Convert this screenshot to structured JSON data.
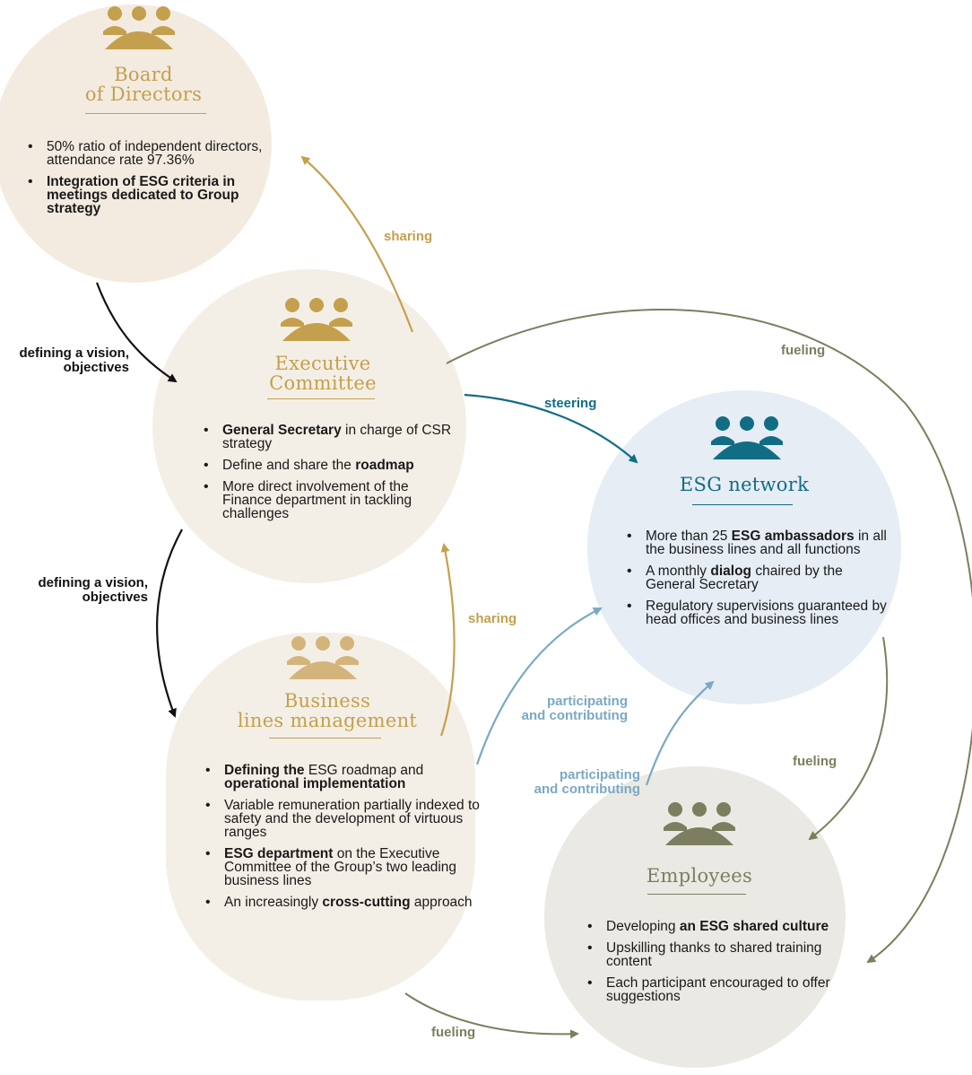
{
  "colors": {
    "gold": "#c4a04e",
    "teal": "#116d84",
    "olive": "#7c7e5f",
    "light_blue": "#7aa9c3",
    "black": "#111111",
    "beige_circle": "#f3ebe0",
    "blue_circle": "#e6edf5",
    "grey_circle": "#ebe9e3"
  },
  "nodes": {
    "board": {
      "icon": "people-group-icon",
      "title_line1": "Board",
      "title_line2": "of Directors",
      "items": [
        {
          "parts": [
            {
              "t": "50% ratio of independent directors, attendance rate 97.36%",
              "b": false
            }
          ]
        },
        {
          "parts": [
            {
              "t": "Integration of ESG criteria in meetings dedicated to Group strategy",
              "b": true
            }
          ]
        }
      ]
    },
    "exec": {
      "icon": "people-group-icon",
      "title_line1": "Executive",
      "title_line2": "Committee",
      "items": [
        {
          "parts": [
            {
              "t": "General Secretary",
              "b": true
            },
            {
              "t": " in charge of CSR strategy",
              "b": false
            }
          ]
        },
        {
          "parts": [
            {
              "t": "Define and share the ",
              "b": false
            },
            {
              "t": "roadmap",
              "b": true
            }
          ]
        },
        {
          "parts": [
            {
              "t": "More direct involvement of the Finance department in tackling challenges",
              "b": false
            }
          ]
        }
      ]
    },
    "business": {
      "icon": "people-group-icon",
      "title_line1": "Business",
      "title_line2": "lines management",
      "items": [
        {
          "parts": [
            {
              "t": "Defining the",
              "b": true
            },
            {
              "t": " ESG roadmap and ",
              "b": false
            },
            {
              "t": "operational implementation",
              "b": true
            }
          ]
        },
        {
          "parts": [
            {
              "t": "Variable remuneration partially indexed to safety and the development of virtuous ranges",
              "b": false
            }
          ]
        },
        {
          "parts": [
            {
              "t": "ESG department",
              "b": true
            },
            {
              "t": " on the Executive Committee of the Group’s two leading business lines",
              "b": false
            }
          ]
        },
        {
          "parts": [
            {
              "t": "An increasingly ",
              "b": false
            },
            {
              "t": "cross-cutting",
              "b": true
            },
            {
              "t": " approach",
              "b": false
            }
          ]
        }
      ]
    },
    "network": {
      "icon": "people-group-icon",
      "title_line1": "ESG network",
      "items": [
        {
          "parts": [
            {
              "t": "More than 25 ",
              "b": false
            },
            {
              "t": "ESG ambassadors",
              "b": true
            },
            {
              "t": " in all the business lines and all functions",
              "b": false
            }
          ]
        },
        {
          "parts": [
            {
              "t": "A monthly ",
              "b": false
            },
            {
              "t": "dialog",
              "b": true
            },
            {
              "t": " chaired by the General Secretary",
              "b": false
            }
          ]
        },
        {
          "parts": [
            {
              "t": "Regulatory supervisions guaranteed by head offices and business lines",
              "b": false
            }
          ]
        }
      ]
    },
    "employees": {
      "icon": "people-group-icon",
      "title_line1": "Employees",
      "items": [
        {
          "parts": [
            {
              "t": "Developing ",
              "b": false
            },
            {
              "t": "an ESG shared culture",
              "b": true
            }
          ]
        },
        {
          "parts": [
            {
              "t": "Upskilling thanks to shared training content",
              "b": false
            }
          ]
        },
        {
          "parts": [
            {
              "t": "Each participant encouraged to offer suggestions",
              "b": false
            }
          ]
        }
      ]
    }
  },
  "labels": {
    "sharing_top": "sharing",
    "defining_1a": "defining a vision,",
    "defining_1b": "objectives",
    "fueling_top": "fueling",
    "steering": "steering",
    "defining_2a": "defining a vision,",
    "defining_2b": "objectives",
    "sharing_mid": "sharing",
    "participating_1a": "participating",
    "participating_1b": "and contributing",
    "participating_2a": "participating",
    "participating_2b": "and contributing",
    "fueling_right": "fueling",
    "fueling_bottom": "fueling"
  }
}
